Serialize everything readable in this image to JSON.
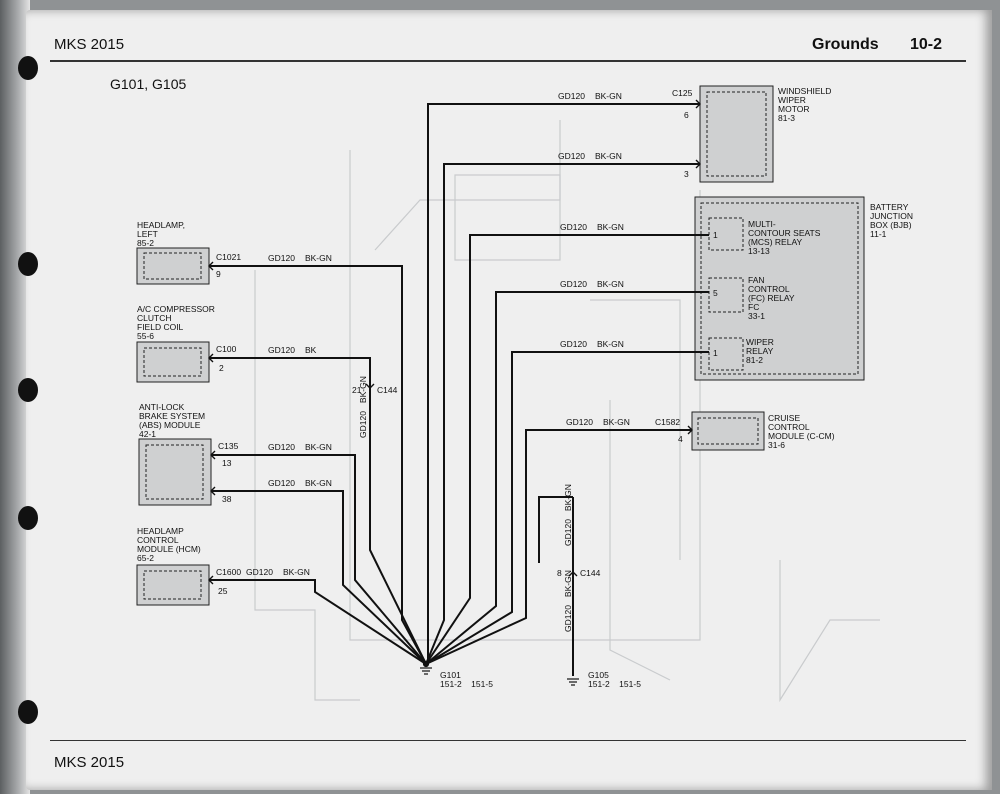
{
  "header": {
    "model": "MKS 2015",
    "section": "Grounds",
    "page": "10-2"
  },
  "footer": {
    "model": "MKS 2015"
  },
  "diagram_title": "G101, G105",
  "components": {
    "headlamp_left": {
      "lines": [
        "HEADLAMP,",
        "LEFT",
        "85-2"
      ],
      "connector": "C1021",
      "pin": "9",
      "wire": "GD120",
      "color": "BK-GN"
    },
    "ac_compressor": {
      "lines": [
        "A/C COMPRESSOR",
        "CLUTCH",
        "FIELD COIL",
        "55-6"
      ],
      "connector": "C100",
      "pin": "2",
      "wire": "GD120",
      "color": "BK"
    },
    "abs_module": {
      "lines": [
        "ANTI-LOCK",
        "BRAKE SYSTEM",
        "(ABS) MODULE",
        "42-1"
      ],
      "connector": "C135",
      "pin_a": "13",
      "pin_b": "38",
      "wire": "GD120",
      "color": "BK-GN"
    },
    "hcm": {
      "lines": [
        "HEADLAMP",
        "CONTROL",
        "MODULE (HCM)",
        "65-2"
      ],
      "connector": "C1600",
      "pin": "25",
      "wire": "GD120",
      "color": "BK-GN"
    },
    "wiper_motor": {
      "lines": [
        "WINDSHIELD",
        "WIPER",
        "MOTOR",
        "81-3"
      ],
      "connector": "C125",
      "pin_a": "6",
      "pin_b": "3",
      "wire": "GD120",
      "color": "BK-GN"
    },
    "bjb": {
      "lines": [
        "BATTERY",
        "JUNCTION",
        "BOX (BJB)",
        "11-1"
      ]
    },
    "mcs_relay": {
      "lines": [
        "MULTI-",
        "CONTOUR SEATS",
        "(MCS) RELAY",
        "13-13"
      ],
      "pin": "1",
      "wire": "GD120",
      "color": "BK-GN"
    },
    "fc_relay": {
      "lines": [
        "FAN",
        "CONTROL",
        "(FC) RELAY",
        "FC",
        "33-1"
      ],
      "pin": "5",
      "wire": "GD120",
      "color": "BK-GN"
    },
    "wiper_relay": {
      "lines": [
        "WIPER",
        "RELAY",
        "81-2"
      ],
      "pin": "1",
      "wire": "GD120",
      "color": "BK-GN"
    },
    "ccm": {
      "lines": [
        "CRUISE",
        "CONTROL",
        "MODULE (C-CM)",
        "31-6"
      ],
      "connector": "C1582",
      "pin": "4",
      "wire": "GD120",
      "color": "BK-GN"
    }
  },
  "inline_connectors": {
    "c144_a": {
      "name": "C144",
      "pin": "21",
      "wire": "GD120",
      "color": "BK-GN"
    },
    "c144_b": {
      "name": "C144",
      "pin": "8",
      "wire_top": "GD120",
      "color_top": "BK-GN",
      "wire_bottom": "GD120",
      "color_bottom": "BK-GN"
    }
  },
  "grounds": {
    "g101": {
      "name": "G101",
      "refs": "151-2    151-5"
    },
    "g105": {
      "name": "G105",
      "refs": "151-2    151-5"
    }
  }
}
